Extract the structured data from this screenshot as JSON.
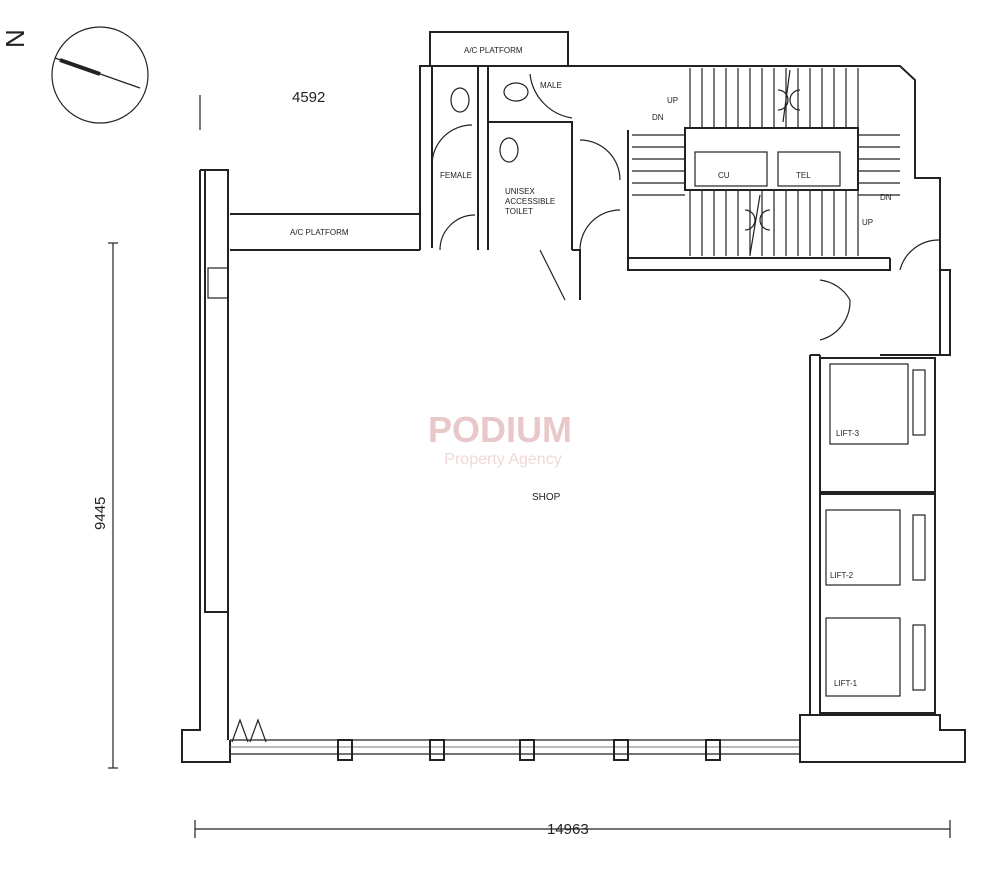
{
  "compass": {
    "label": "N"
  },
  "dimensions": {
    "top": "4592",
    "left": "9445",
    "bottom": "14963"
  },
  "rooms": {
    "shop": "SHOP",
    "ac_platform_top": "A/C PLATFORM",
    "ac_platform_left": "A/C PLATFORM",
    "female": "FEMALE",
    "male": "MALE",
    "accessible_toilet": [
      "UNISEX",
      "ACCESSIBLE",
      "TOILET"
    ],
    "core_left": "CU",
    "core_right": "TEL",
    "lift_1": "LIFT-1",
    "lift_2": "LIFT-2",
    "lift_3": "LIFT-3"
  },
  "stairs": {
    "up_top": "UP",
    "dn_left": "DN",
    "dn_right": "DN",
    "up_bottom": "UP"
  },
  "watermark": {
    "brand": "PODIUM",
    "tagline": "Property Agency",
    "color": "#e8c8c8"
  }
}
